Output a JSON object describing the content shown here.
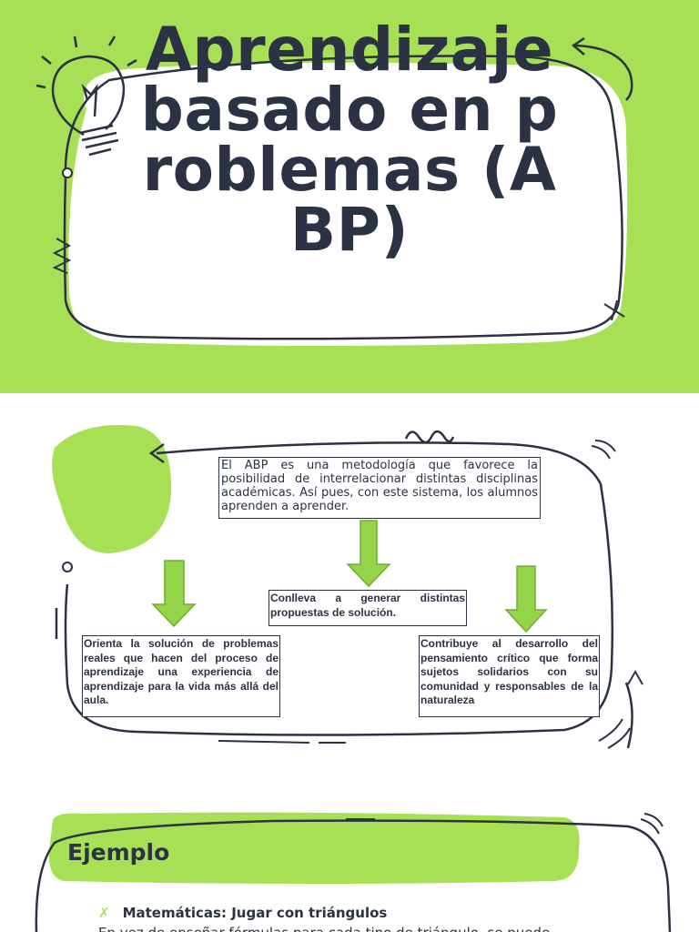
{
  "title": {
    "text": "Aprendizaje basado en problemas (ABP)"
  },
  "diagram": {
    "main_text": "El ABP es una metodología que favorece la posibilidad de interrelacionar distintas disciplinas académicas. Así pues, con este sistema, los alumnos aprenden a aprender.",
    "center_text": "Conlleva a generar distintas propuestas de solución.",
    "left_text": "Orienta la solución de problemas reales que hacen del proceso de aprendizaje una experiencia de aprendizaje para la vida más allá del aula.",
    "right_text": "Contribuye al desarrollo del pensamiento crítico que forma sujetos solidarios con su comunidad y responsables de la naturaleza"
  },
  "example": {
    "heading": "Ejemplo",
    "mark": "✗",
    "item_label": "Matemáticas: Jugar con triángulos",
    "partial_line": "En vez de enseñar fórmulas para cada tipo de triángulo, se puede"
  },
  "colors": {
    "accent": "#a7df55",
    "ink": "#2b3244",
    "arrow_fill": "#94d44a"
  }
}
